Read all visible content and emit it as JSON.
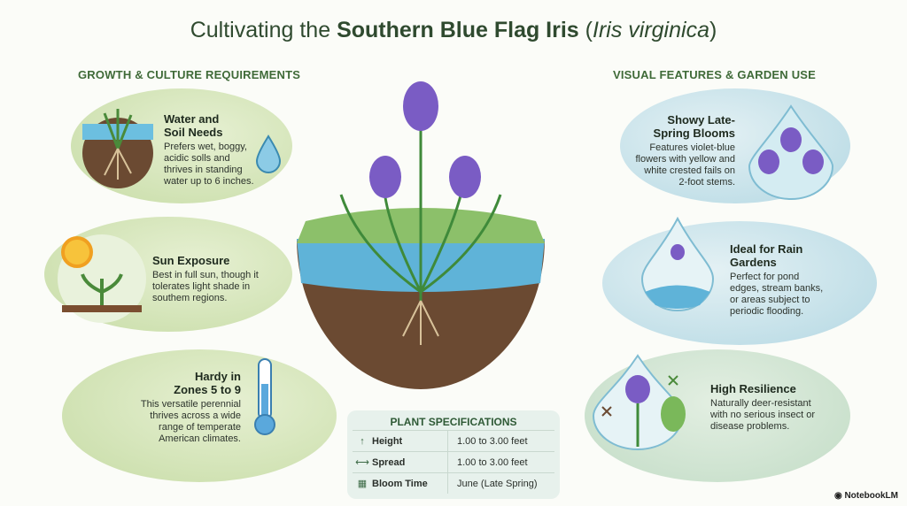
{
  "title": {
    "prefix": "Cultivating the ",
    "bold": "Southern Blue Flag Iris",
    "paren_open": " (",
    "italic": "Iris virginica",
    "paren_close": ")"
  },
  "left_section": "GROWTH & CULTURE REQUIREMENTS",
  "right_section": "VISUAL FEATURES & GARDEN USE",
  "left_cards": [
    {
      "heading": "Water and Soil Needs",
      "body": "Prefers wet, boggy, acidic solls and thrives in standing water up to 6 inches."
    },
    {
      "heading": "Sun Exposure",
      "body": "Best in full sun, though it tolerates light shade in southem regions."
    },
    {
      "heading": "Hardy in Zones 5 to 9",
      "body": "This versatile perennial thrives across a wide range of temperate American climates."
    }
  ],
  "right_cards": [
    {
      "heading": "Showy Late-Spring Blooms",
      "body": "Features violet-blue flowers with yellow and white crested fails on 2-foot stems."
    },
    {
      "heading": "Ideal for Rain Gardens",
      "body": "Perfect for pond edges, stream banks, or areas subject to periodic flooding."
    },
    {
      "heading": "High Resilience",
      "body": "Naturally deer-resistant with no serious insect or disease problems."
    }
  ],
  "specs": {
    "title": "PLANT SPECIFICATIONS",
    "rows": [
      {
        "icon": "arrow-up-icon",
        "glyph": "↑",
        "label": "Height",
        "value": "1.00 to 3.00 feet"
      },
      {
        "icon": "spread-icon",
        "glyph": "⟷",
        "label": "Spread",
        "value": "1.00 to 3.00 feet"
      },
      {
        "icon": "calendar-icon",
        "glyph": "▦",
        "label": "Bloom Time",
        "value": "June (Late Spring)"
      }
    ]
  },
  "brand": "NotebookLM",
  "colors": {
    "green": "#3f6a38",
    "blue": "#7fbcd2",
    "iris": "#7a5cc4"
  }
}
